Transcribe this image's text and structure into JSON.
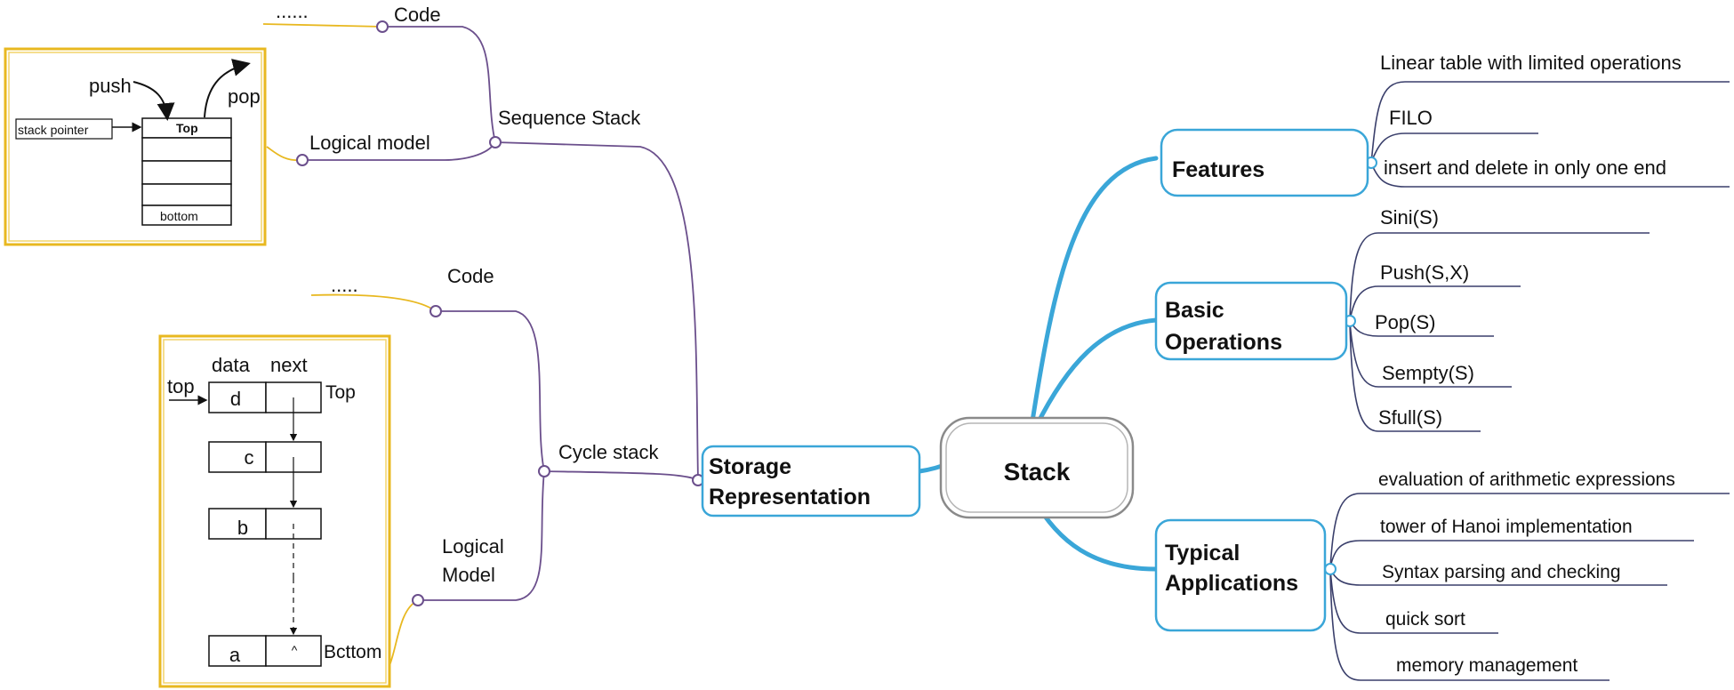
{
  "colors": {
    "blue": "#3aa6d8",
    "purple": "#6b4f8c",
    "yellow": "#e8b820",
    "navy": "#3a3f6b"
  },
  "root": {
    "label": "Stack"
  },
  "features": {
    "label": "Features",
    "items": [
      "Linear table with limited operations",
      "FILO",
      "insert and delete in only one end"
    ]
  },
  "basic_operations": {
    "label_line1": "Basic",
    "label_line2": "Operations",
    "items": [
      "Sini(S)",
      "Push(S,X)",
      "Pop(S)",
      "Sempty(S)",
      "Sfull(S)"
    ]
  },
  "typical_applications": {
    "label_line1": "Typical",
    "label_line2": "Applications",
    "items": [
      "evaluation of arithmetic expressions",
      "tower of Hanoi implementation",
      "Syntax parsing and checking",
      "quick sort",
      "memory management"
    ]
  },
  "storage": {
    "label_line1": "Storage",
    "label_line2": "Representation",
    "sequence": {
      "label": "Sequence Stack",
      "code": "Code",
      "code_dots": "......",
      "logical": "Logical model",
      "figure": {
        "push": "push",
        "pop": "pop",
        "pointer": "stack pointer",
        "top": "Top",
        "bottom": "bottom"
      }
    },
    "cycle": {
      "label": "Cycle stack",
      "code": "Code",
      "code_dots": ".....",
      "logical_line1": "Logical",
      "logical_line2": "Model",
      "figure": {
        "data": "data",
        "next": "next",
        "top": "top",
        "top_label": "Top",
        "nodes": [
          "d",
          "c",
          "b",
          "a"
        ],
        "null_mark": "^",
        "bottom_label": "Bcttom"
      }
    }
  }
}
